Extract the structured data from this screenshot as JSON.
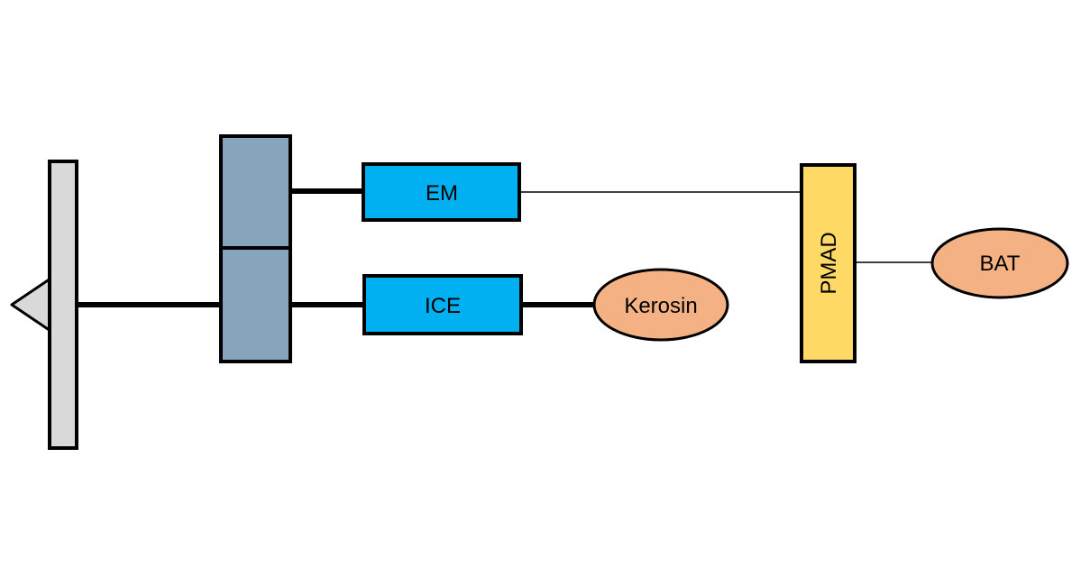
{
  "diagram": {
    "nodes": {
      "em": {
        "label": "EM"
      },
      "ice": {
        "label": "ICE"
      },
      "kerosin": {
        "label": "Kerosin"
      },
      "pmad": {
        "label": "PMAD"
      },
      "bat": {
        "label": "BAT"
      }
    },
    "colors": {
      "motor_box": "#00B0F0",
      "gearbox": "#87A4BD",
      "pmad_box": "#FFD966",
      "source_ellipse": "#F4B183",
      "propeller": "#D9D9D9",
      "line": "#000000"
    },
    "edges": [
      {
        "from": "propeller",
        "to": "gearbox"
      },
      {
        "from": "gearbox",
        "to": "em"
      },
      {
        "from": "gearbox",
        "to": "ice"
      },
      {
        "from": "ice",
        "to": "kerosin"
      },
      {
        "from": "em",
        "to": "pmad"
      },
      {
        "from": "pmad",
        "to": "bat"
      }
    ]
  }
}
